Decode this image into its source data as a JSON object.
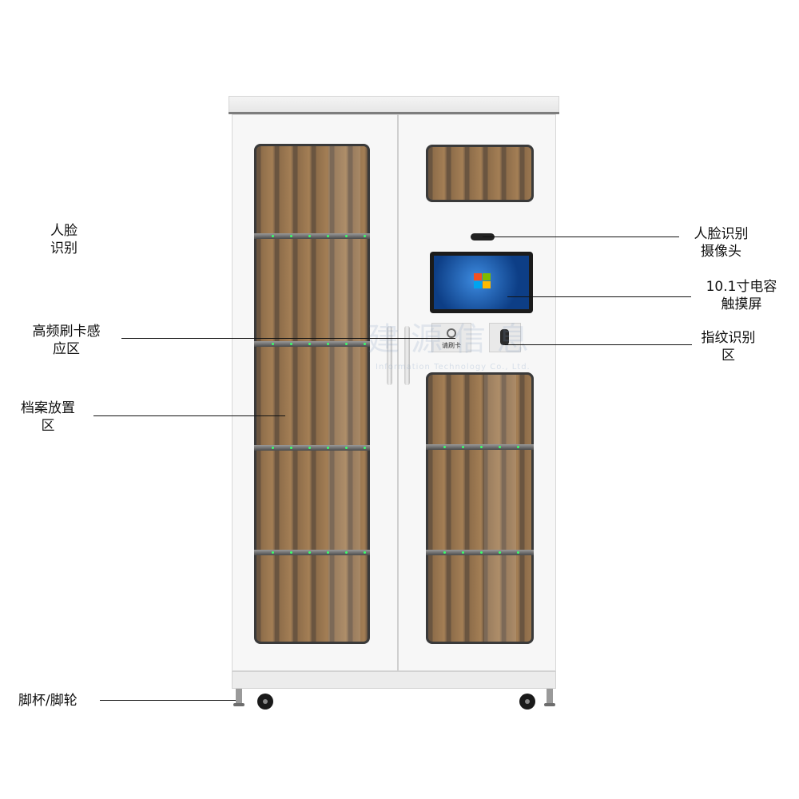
{
  "labels": {
    "face_left": "人脸\n识别",
    "face_camera": "人脸识别\n摄像头",
    "touch_screen": "10.1寸电容\n触摸屏",
    "rfid": "高频刷卡感\n应区",
    "fingerprint": "指纹识别\n区",
    "archive": "档案放置\n区",
    "casters": "脚杯/脚轮"
  },
  "device_text": {
    "rfid_panel": "请刷卡",
    "watermark": "建源信息",
    "watermark_sub": "Information Technology Co., Ltd."
  },
  "colors": {
    "shelf_led": "#3dff6a",
    "screen_blue": "#3d8be0",
    "file_brown": "#a47f55"
  }
}
